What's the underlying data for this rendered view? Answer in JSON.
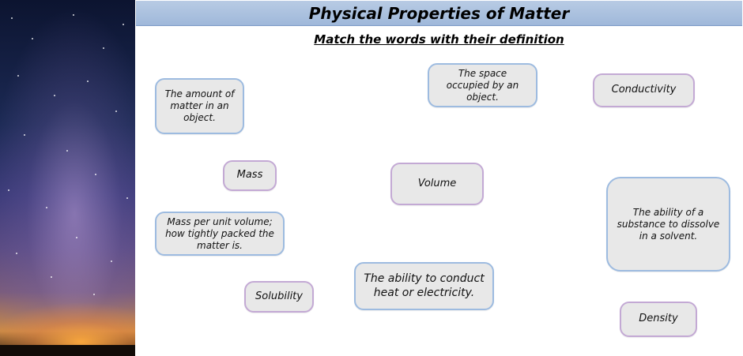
{
  "title": "Physical Properties of Matter",
  "subtitle": "Match the words with their definition",
  "colors": {
    "title_bar": "#a9c0de",
    "card_fill": "#e8e8e8",
    "definition_border": "#9dbbe0",
    "word_border": "#c3a9d4"
  },
  "decor": {
    "side_image": "night-sky-milky-way-photo"
  },
  "cards": {
    "def_amount_of_matter": "The amount of matter in an object.",
    "def_space_occupied": "The space occupied by an object.",
    "word_conductivity": "Conductivity",
    "word_mass": "Mass",
    "word_volume": "Volume",
    "def_ability_dissolve": "The ability of a substance to dissolve in a solvent.",
    "def_mass_per_unit_volume": "Mass per unit volume; how tightly packed the matter is.",
    "def_ability_conduct": "The ability to conduct heat or electricity.",
    "word_solubility": "Solubility",
    "word_density": "Density"
  }
}
